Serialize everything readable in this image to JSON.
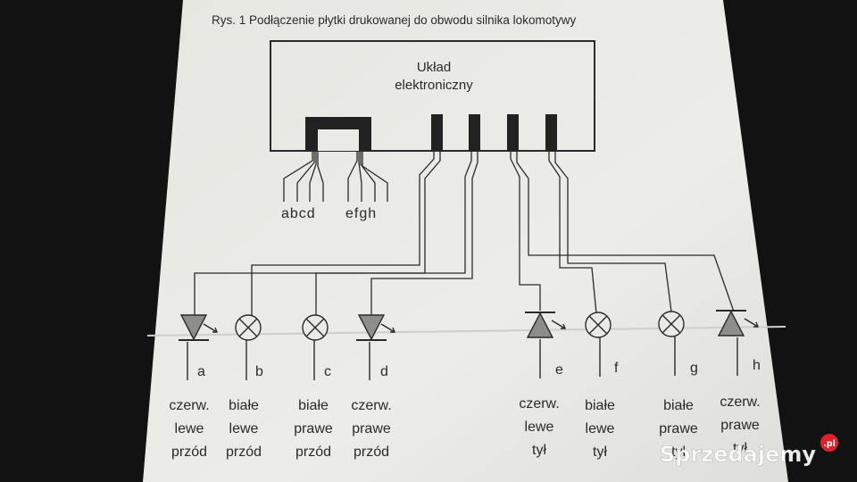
{
  "caption": "Rys. 1  Podłączenie płytki drukowanej do obwodu silnika lokomotywy",
  "box": {
    "line1": "Układ",
    "line2": "elektroniczny"
  },
  "groups": {
    "left": "abcd",
    "right": "efgh"
  },
  "components": [
    {
      "letter": "a",
      "symbol": "led",
      "lines": [
        "czerw.",
        "lewe",
        "przód"
      ]
    },
    {
      "letter": "b",
      "symbol": "lamp",
      "lines": [
        "białe",
        "lewe",
        "przód"
      ]
    },
    {
      "letter": "c",
      "symbol": "lamp",
      "lines": [
        "białe",
        "prawe",
        "przód"
      ]
    },
    {
      "letter": "d",
      "symbol": "led",
      "lines": [
        "czerw.",
        "prawe",
        "przód"
      ]
    },
    {
      "letter": "e",
      "symbol": "led",
      "lines": [
        "czerw.",
        "lewe",
        "tył"
      ]
    },
    {
      "letter": "f",
      "symbol": "lamp",
      "lines": [
        "białe",
        "lewe",
        "tył"
      ]
    },
    {
      "letter": "g",
      "symbol": "lamp",
      "lines": [
        "białe",
        "prawe",
        "tył"
      ]
    },
    {
      "letter": "h",
      "symbol": "led",
      "lines": [
        "czerw.",
        "prawe",
        "tył"
      ]
    }
  ],
  "watermark": {
    "brand": "Sprzedajemy",
    "tld": ".pl"
  },
  "colors": {
    "paper": "#ebebe6",
    "ink": "#2a2a2a",
    "background": "#121212",
    "accent": "#e0212b"
  }
}
